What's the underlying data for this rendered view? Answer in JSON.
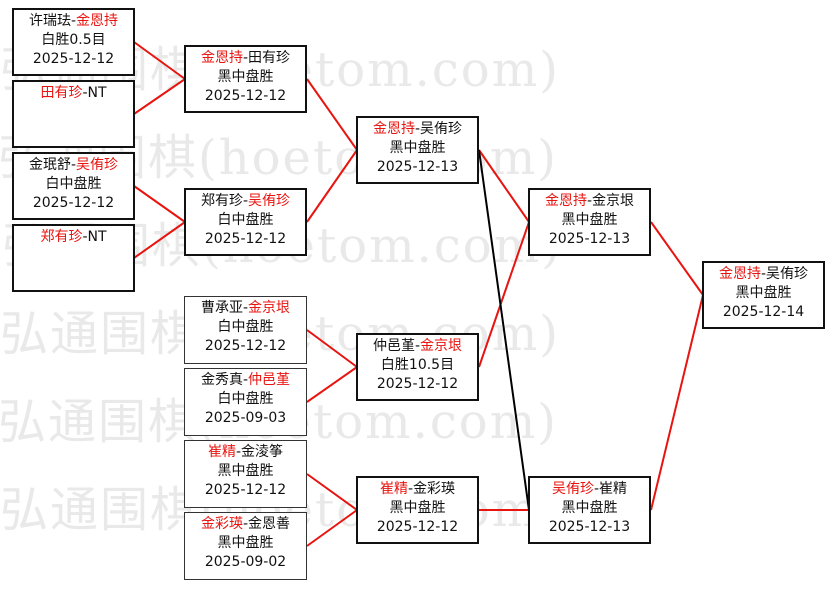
{
  "watermark": "弘通围棋(hoetom.com)",
  "matches": {
    "r1_1": {
      "p1": "许瑞珐",
      "p2": "金恩持",
      "winner": 2,
      "result": "白胜0.5目",
      "date": "2025-12-12"
    },
    "r1_2": {
      "p1": "田有珍",
      "p2": "NT",
      "winner": 1,
      "result": "",
      "date": ""
    },
    "r1_3": {
      "p1": "金珉舒",
      "p2": "吴侑珍",
      "winner": 2,
      "result": "白中盘胜",
      "date": "2025-12-12"
    },
    "r1_4": {
      "p1": "郑有珍",
      "p2": "NT",
      "winner": 1,
      "result": "",
      "date": ""
    },
    "r1_5": {
      "p1": "曹承亚",
      "p2": "金京垠",
      "winner": 2,
      "result": "白中盘胜",
      "date": "2025-12-12"
    },
    "r1_6": {
      "p1": "金秀真",
      "p2": "仲邑堇",
      "winner": 2,
      "result": "白中盘胜",
      "date": "2025-09-03"
    },
    "r1_7": {
      "p1": "崔精",
      "p2": "金淩筝",
      "winner": 1,
      "result": "黑中盘胜",
      "date": "2025-12-12"
    },
    "r1_8": {
      "p1": "金彩瑛",
      "p2": "金恩善",
      "winner": 1,
      "result": "黑中盘胜",
      "date": "2025-09-02"
    },
    "r2_1": {
      "p1": "金恩持",
      "p2": "田有珍",
      "winner": 1,
      "result": "黑中盘胜",
      "date": "2025-12-12"
    },
    "r2_2": {
      "p1": "郑有珍",
      "p2": "吴侑珍",
      "winner": 2,
      "result": "白中盘胜",
      "date": "2025-12-12"
    },
    "r2_3": {
      "p1": "仲邑堇",
      "p2": "金京垠",
      "winner": 2,
      "result": "白胜10.5目",
      "date": "2025-12-12"
    },
    "r2_4": {
      "p1": "崔精",
      "p2": "金彩瑛",
      "winner": 1,
      "result": "黑中盘胜",
      "date": "2025-12-12"
    },
    "r3_1": {
      "p1": "金恩持",
      "p2": "吴侑珍",
      "winner": 1,
      "result": "黑中盘胜",
      "date": "2025-12-13"
    },
    "r4_1": {
      "p1": "金恩持",
      "p2": "金京垠",
      "winner": 1,
      "result": "黑中盘胜",
      "date": "2025-12-13"
    },
    "r4_2": {
      "p1": "吴侑珍",
      "p2": "崔精",
      "winner": 1,
      "result": "黑中盘胜",
      "date": "2025-12-13"
    },
    "final": {
      "p1": "金恩持",
      "p2": "吴侑珍",
      "winner": 1,
      "result": "黑中盘胜",
      "date": "2025-12-14"
    }
  },
  "colors": {
    "winner": "#e8140f",
    "connector": "#e8140f",
    "cross_connector": "#000000",
    "text": "#111111",
    "border": "#111111"
  }
}
